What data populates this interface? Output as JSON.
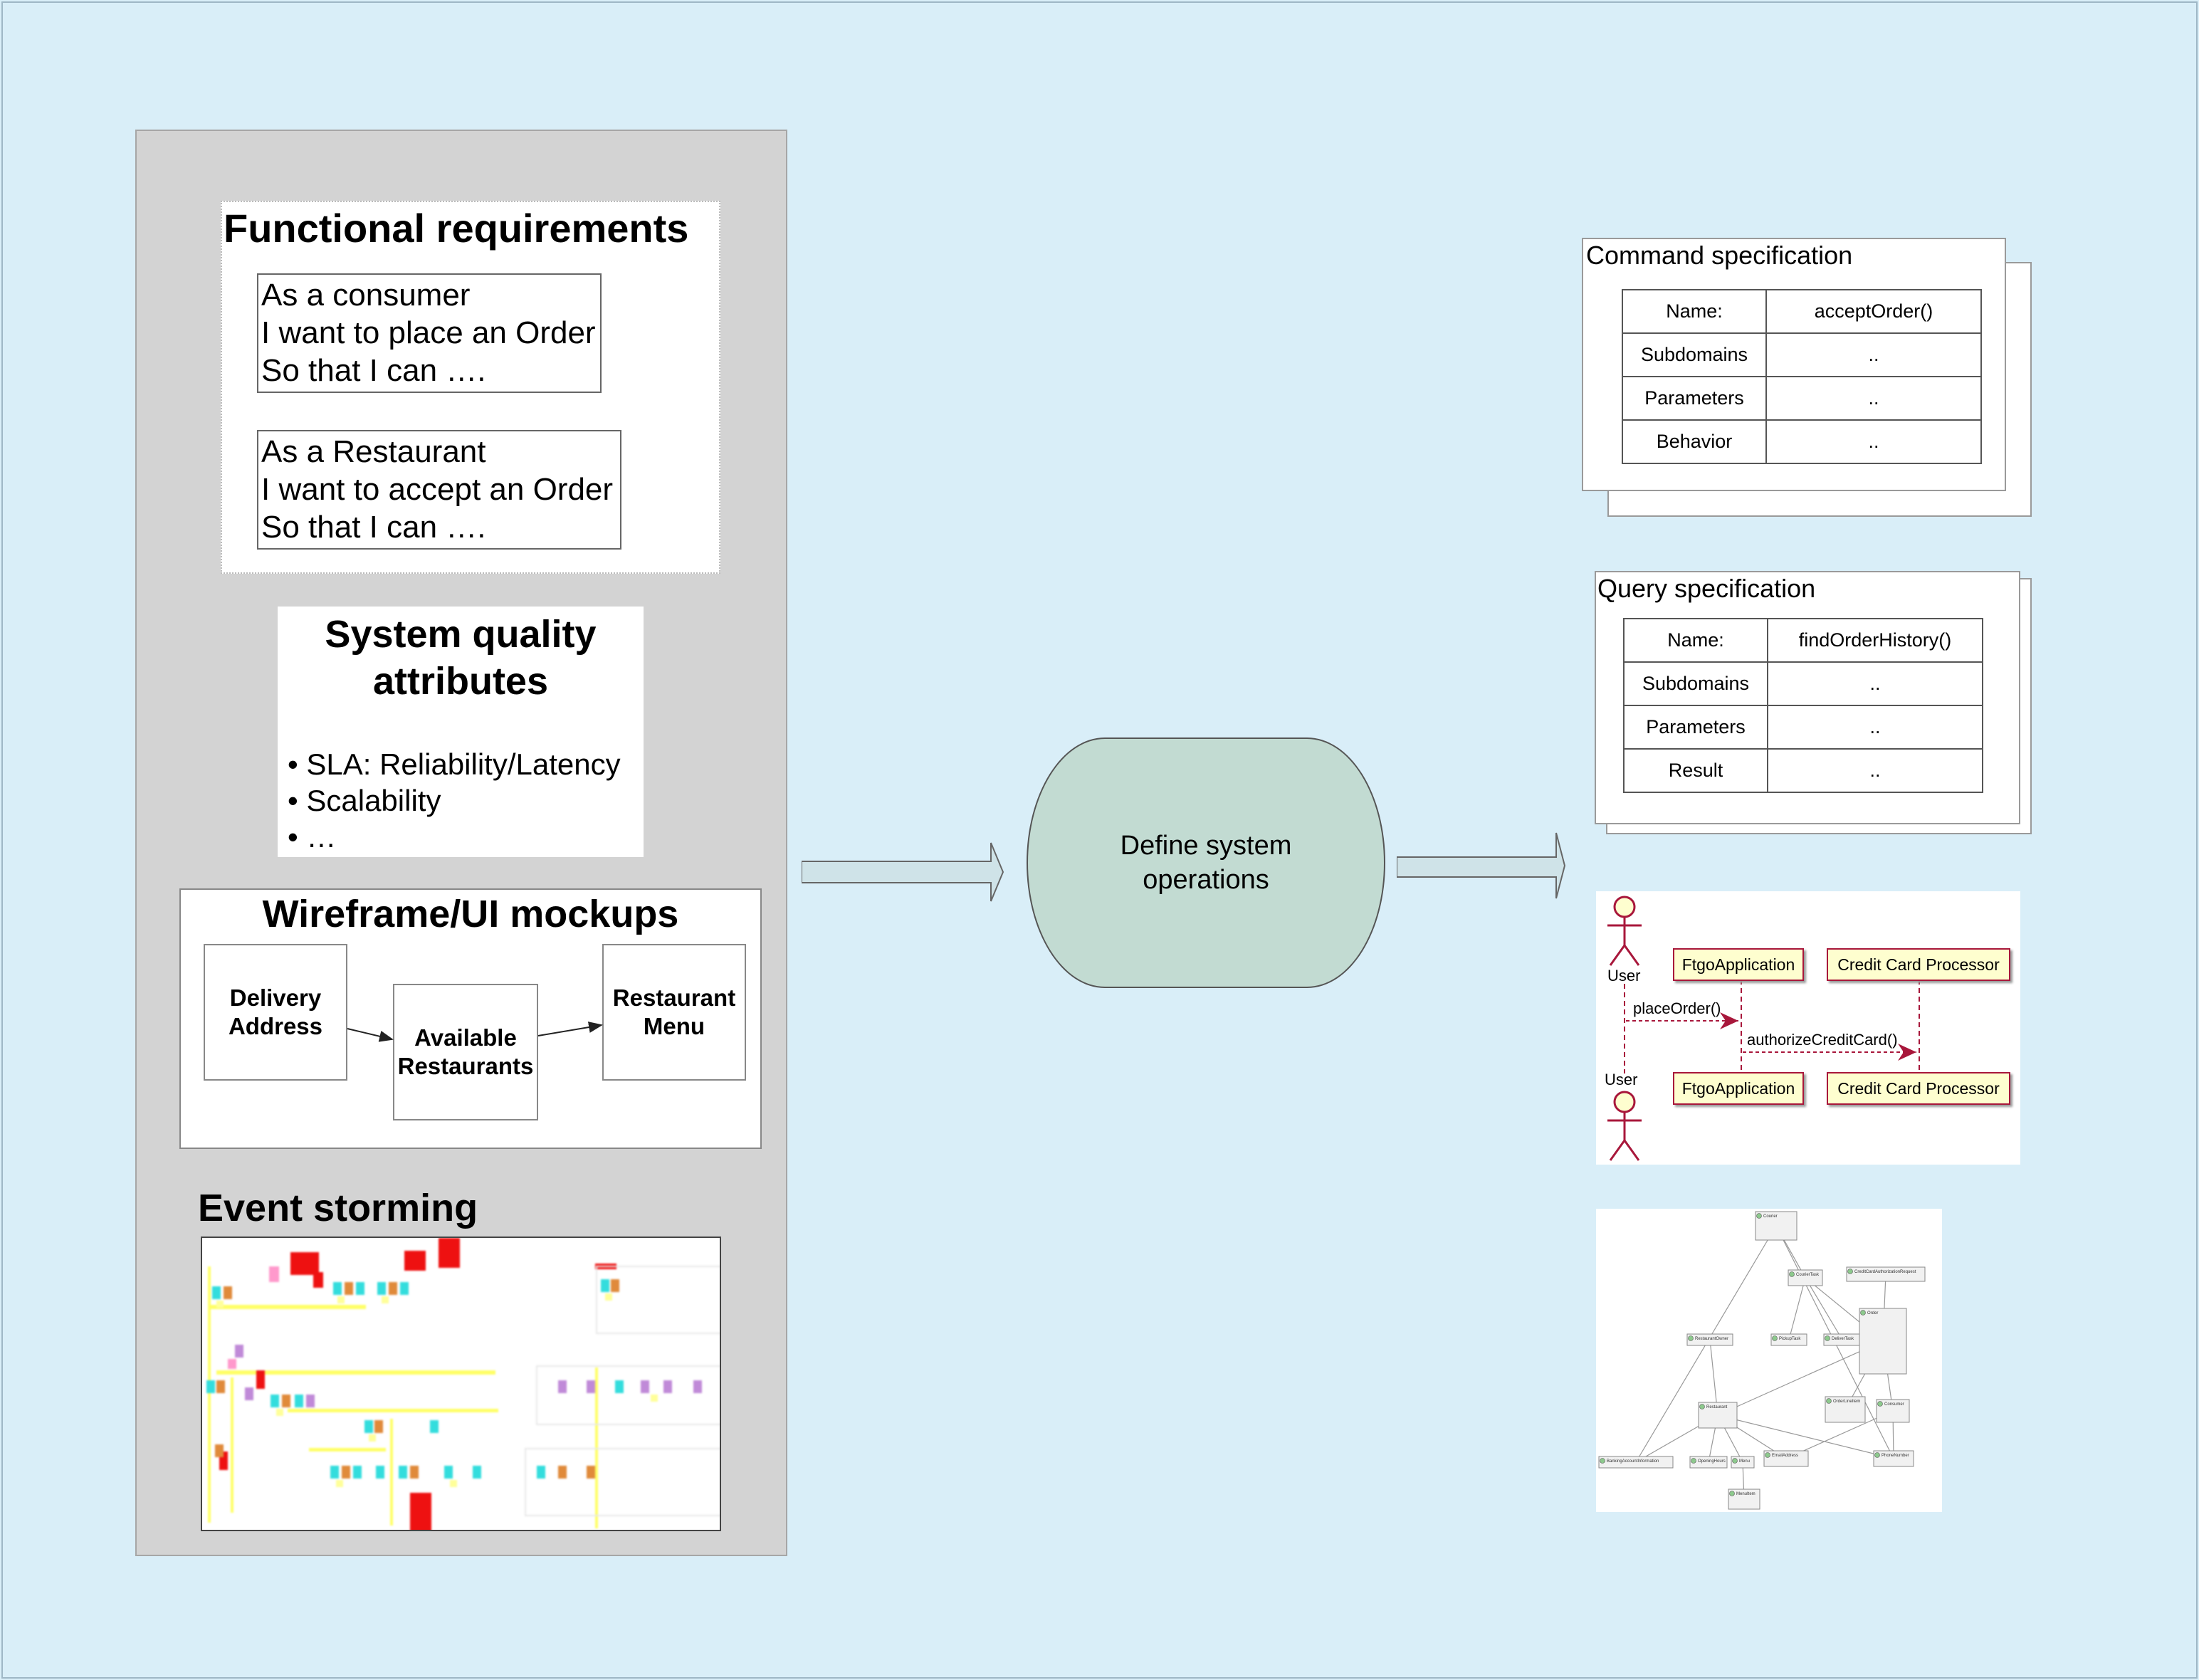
{
  "functional_requirements": {
    "title": "Functional requirements",
    "story_1": [
      "As a consumer",
      "I want to place an Order",
      "So that I can …."
    ],
    "story_2": [
      "As a Restaurant",
      "I want to accept an Order",
      "So that I can …."
    ]
  },
  "quality_attributes": {
    "title_line_1": "System quality",
    "title_line_2": "attributes",
    "items": [
      "• SLA: Reliability/Latency",
      "• Scalability",
      "• …"
    ]
  },
  "wireframe": {
    "title": "Wireframe/UI mockups",
    "card_1": [
      "Delivery",
      "Address"
    ],
    "card_2": [
      "Available",
      "Restaurants"
    ],
    "card_3": [
      "Restaurant",
      "Menu"
    ]
  },
  "event_storming": {
    "title": "Event storming"
  },
  "process": {
    "line_1": "Define system",
    "line_2": "operations"
  },
  "command_spec": {
    "title": "Command specification",
    "rows": [
      [
        "Name:",
        "acceptOrder()"
      ],
      [
        "Subdomains",
        ".."
      ],
      [
        "Parameters",
        ".."
      ],
      [
        "Behavior",
        ".."
      ]
    ]
  },
  "query_spec": {
    "title": "Query specification",
    "rows": [
      [
        "Name:",
        "findOrderHistory()"
      ],
      [
        "Subdomains",
        ".."
      ],
      [
        "Parameters",
        ".."
      ],
      [
        "Result",
        ".."
      ]
    ]
  },
  "sequence": {
    "actor": "User",
    "participant_1": "FtgoApplication",
    "participant_2": "Credit Card Processor",
    "message_1": "placeOrder()",
    "message_2": "authorizeCreditCard()"
  },
  "class_diagram": {
    "classes": [
      "Courier",
      "CourierTask",
      "CreditCardAuthorizationRequest",
      "RestaurantOwner",
      "PickupTask",
      "DeliverTask",
      "Order",
      "Restaurant",
      "OrderLineItem",
      "Consumer",
      "BankingAccountInformation",
      "OpeningHours",
      "Menu",
      "EmailAddress",
      "PhoneNumber",
      "MenuItem"
    ]
  },
  "colors": {
    "background": "#d9eef8",
    "left_panel": "#d3d3d3",
    "process_fill": "#c2dbd2",
    "arrow_fill": "#cfe3e8",
    "sequence_border": "#a8173b",
    "sequence_fill": "#fefecf"
  }
}
